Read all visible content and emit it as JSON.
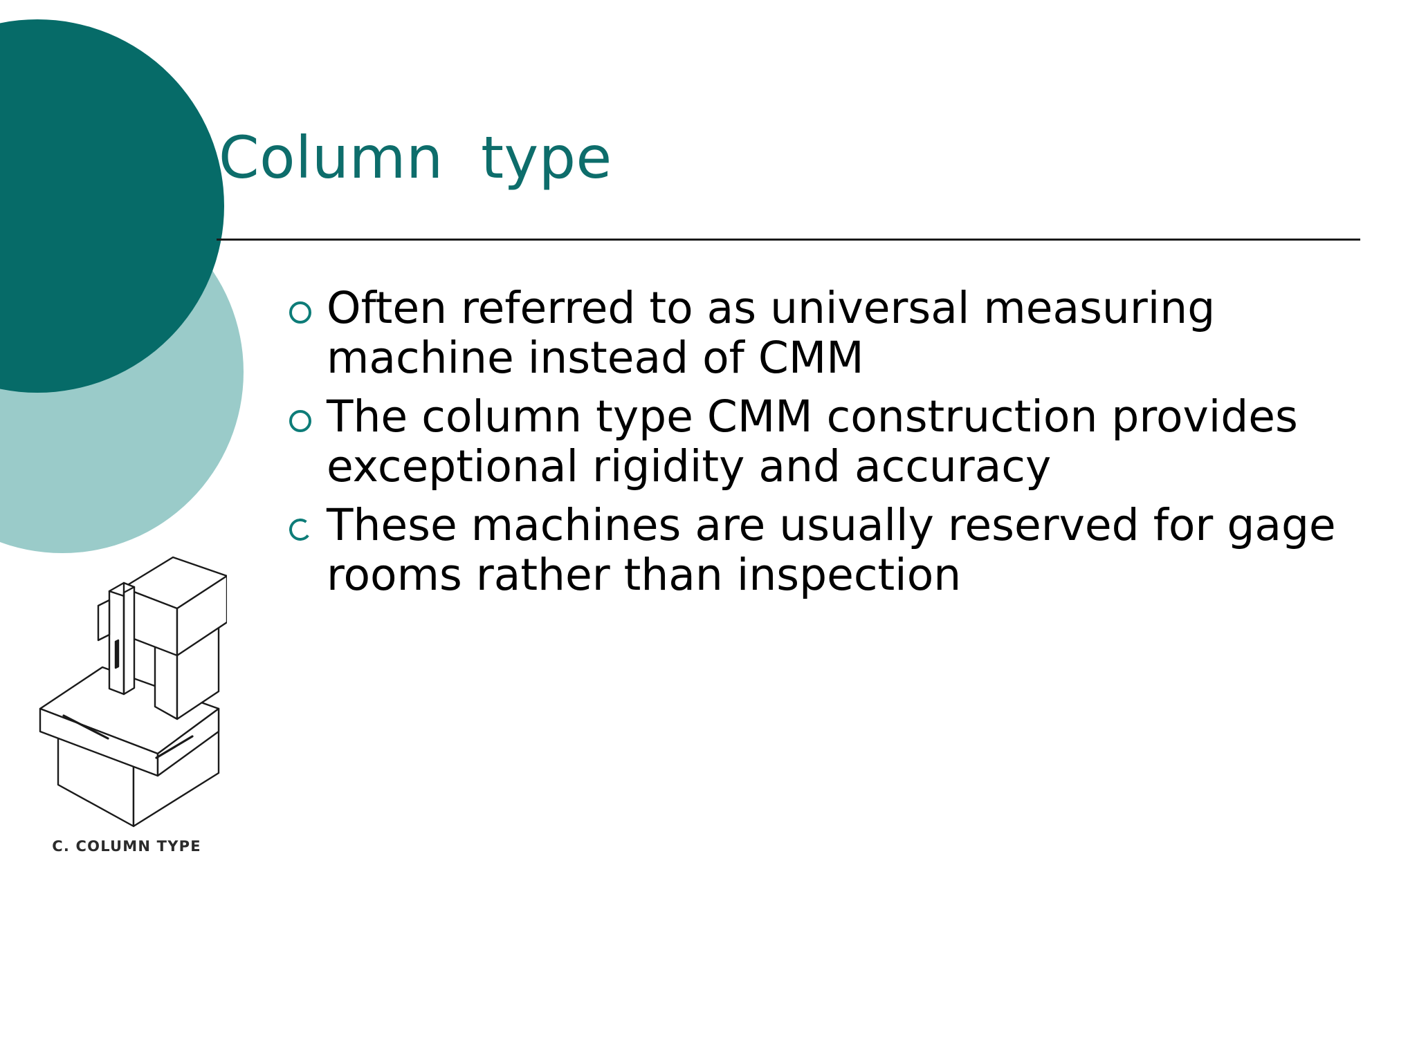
{
  "slide": {
    "title": "Column  type",
    "bullets": [
      {
        "marker": "hollow-circle",
        "text": "Often referred to as universal measuring machine instead of CMM"
      },
      {
        "marker": "hollow-circle",
        "text": "The column type CMM construction provides exceptional rigidity and accuracy"
      },
      {
        "marker": "hollow-circle-clipped",
        "text": "These machines are usually reserved for gage rooms rather than inspection"
      }
    ],
    "figure": {
      "caption": "C. COLUMN TYPE",
      "alt": "isometric line drawing of a column type coordinate measuring machine"
    },
    "colors": {
      "title": "#0d6d6b",
      "bullet_marker": "#0d7c78",
      "deco_dark": "#066b68",
      "deco_light": "#9acbc9",
      "body_text": "#000000",
      "rule": "#1a1a1a",
      "background": "#ffffff"
    }
  }
}
